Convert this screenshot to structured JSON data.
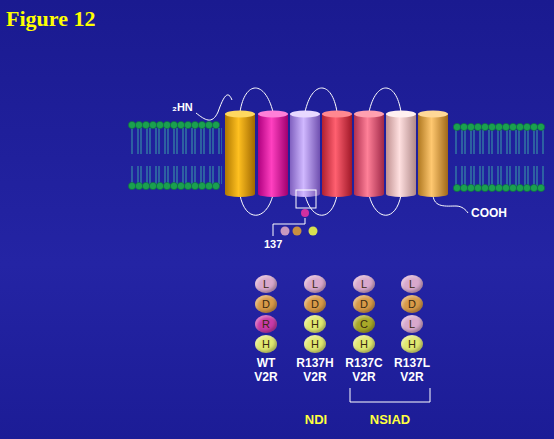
{
  "diagram": {
    "title": "Figure 12",
    "nodes": [
      {
        "text": [
          "L"
        ]
      },
      {
        "text": [
          "D"
        ]
      },
      {
        "text": [
          "R"
        ]
      },
      {
        "text": [
          "H"
        ]
      },
      {
        "text": [
          "L"
        ]
      },
      {
        "text": [
          "D"
        ]
      },
      {
        "text": [
          "H"
        ]
      },
      {
        "text": [
          "H"
        ]
      },
      {
        "text": [
          "L"
        ]
      },
      {
        "text": [
          "D"
        ]
      },
      {
        "text": [
          "C"
        ]
      },
      {
        "text": [
          "H"
        ]
      },
      {
        "text": [
          "L"
        ]
      },
      {
        "text": [
          "D"
        ]
      },
      {
        "text": [
          "L"
        ]
      },
      {
        "text": [
          "H"
        ]
      }
    ],
    "labels": [
      "₂HN",
      "COOH",
      "137",
      "WT V2R",
      "R137H V2R",
      "R137C V2R",
      "R137L V2R",
      "NDI",
      "NSIAD"
    ]
  }
}
